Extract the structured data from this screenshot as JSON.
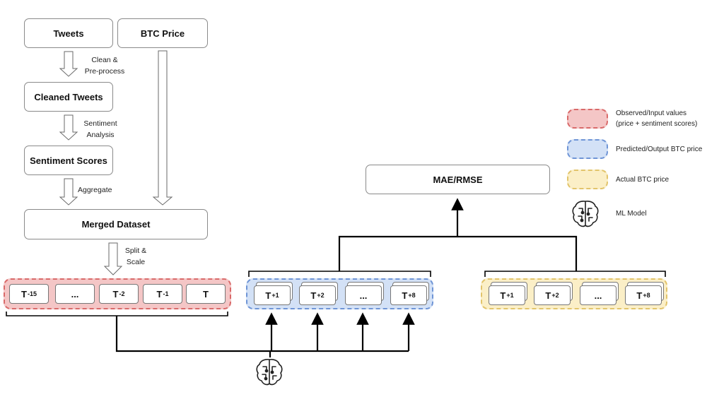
{
  "nodes": {
    "tweets": "Tweets",
    "btc_price": "BTC Price",
    "cleaned_tweets": "Cleaned Tweets",
    "sentiment_scores": "Sentiment Scores",
    "merged_dataset": "Merged Dataset",
    "mae_rmse": "MAE/RMSE"
  },
  "steps": {
    "clean_1": "Clean &",
    "clean_2": "Pre-process",
    "sentiment_1": "Sentiment",
    "sentiment_2": "Analysis",
    "aggregate": "Aggregate",
    "split_1": "Split &",
    "split_2": "Scale"
  },
  "input_sequence": [
    {
      "base": "T",
      "sub": "-15"
    },
    {
      "base": "...",
      "sub": ""
    },
    {
      "base": "T",
      "sub": "-2"
    },
    {
      "base": "T",
      "sub": "-1"
    },
    {
      "base": "T",
      "sub": ""
    }
  ],
  "predicted_sequence": [
    {
      "base": "T",
      "sub": "+1"
    },
    {
      "base": "T",
      "sub": "+2"
    },
    {
      "base": "...",
      "sub": ""
    },
    {
      "base": "T",
      "sub": "+8"
    }
  ],
  "actual_sequence": [
    {
      "base": "T",
      "sub": "+1"
    },
    {
      "base": "T",
      "sub": "+2"
    },
    {
      "base": "...",
      "sub": ""
    },
    {
      "base": "T",
      "sub": "+8"
    }
  ],
  "legend": {
    "observed_1": "Observed/Input values",
    "observed_2": "(price + sentiment scores)",
    "predicted": "Predicted/Output BTC price",
    "actual": "Actual BTC price",
    "model": "ML Model"
  },
  "colors": {
    "observed_fill": "#f4c6c6",
    "observed_border": "#d96a6a",
    "predicted_fill": "#d3e1f6",
    "predicted_border": "#6f95d6",
    "actual_fill": "#fbefc7",
    "actual_border": "#e2c46b"
  },
  "icons": {
    "model": "brain-circuit-icon"
  }
}
